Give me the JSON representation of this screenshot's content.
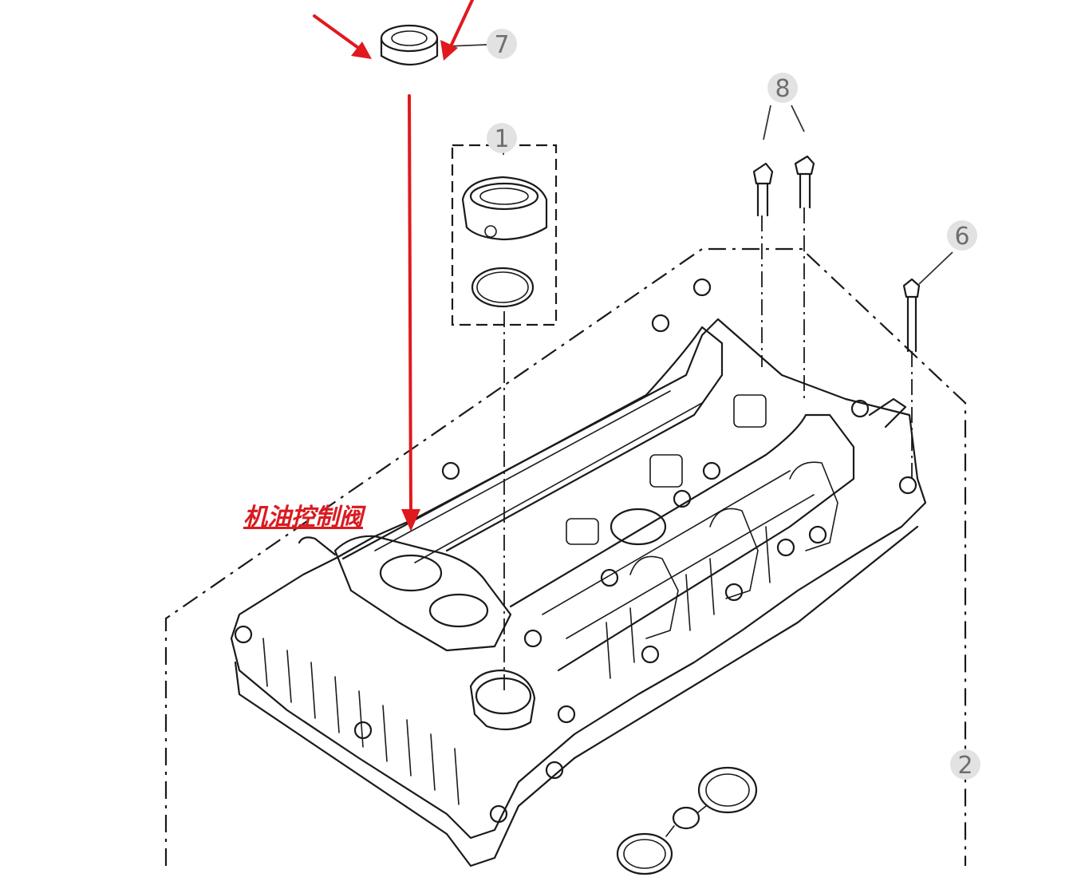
{
  "callouts": [
    {
      "id": "1",
      "label": "1"
    },
    {
      "id": "2",
      "label": "2"
    },
    {
      "id": "6",
      "label": "6"
    },
    {
      "id": "7",
      "label": "7"
    },
    {
      "id": "8",
      "label": "8"
    }
  ],
  "annotation": {
    "label": "机油控制阀",
    "color": "#e0191e"
  }
}
